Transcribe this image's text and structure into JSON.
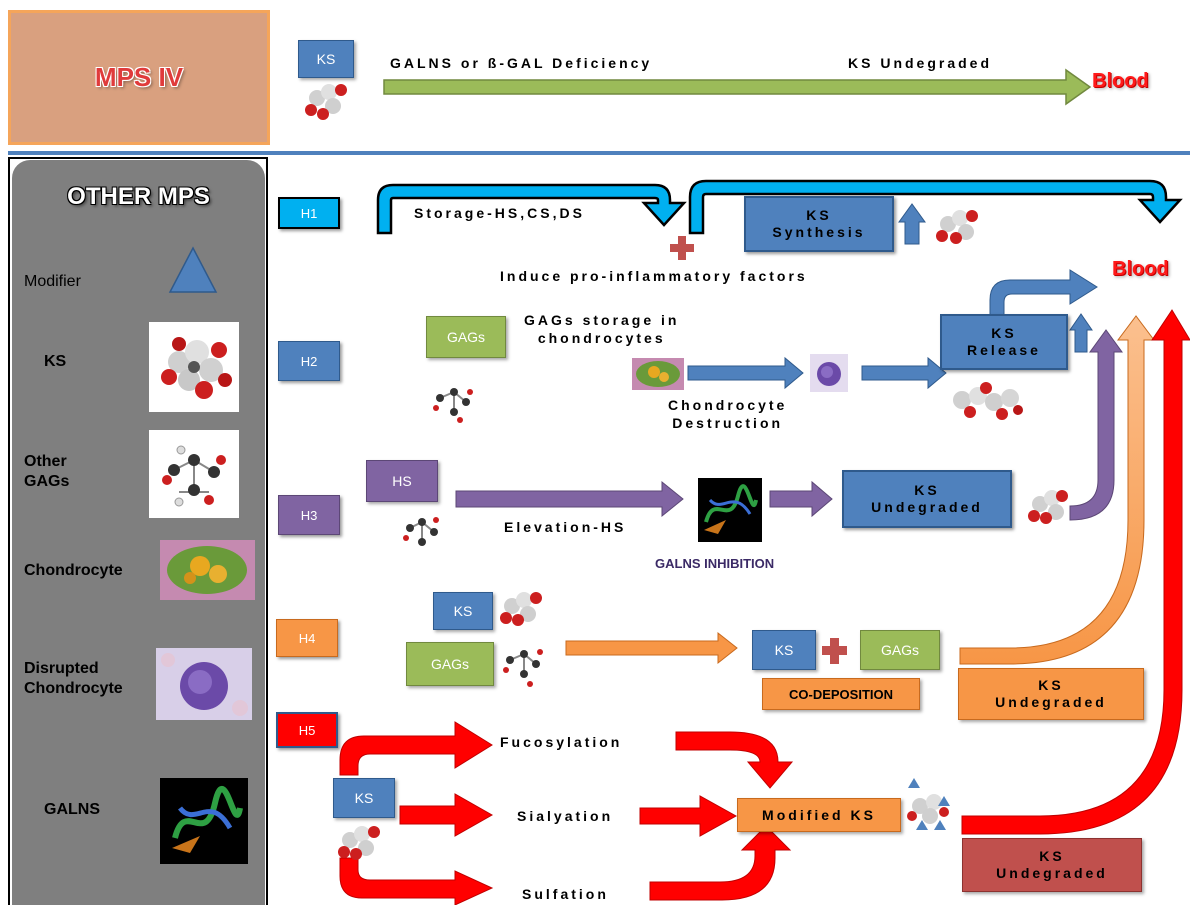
{
  "top": {
    "mps_iv_label": "MPS IV",
    "ks_label": "KS",
    "deficiency_text": "GALNS or ß-GAL Deficiency",
    "undegraded_text": "KS Undegraded",
    "blood_text": "Blood"
  },
  "sidebar": {
    "title": "OTHER MPS",
    "items": [
      {
        "label": "Modifier",
        "icon": "triangle-icon"
      },
      {
        "label": "KS",
        "icon": "ks-molecule-icon"
      },
      {
        "label": "Other\nGAGs",
        "icon": "gag-molecule-icon"
      },
      {
        "label": "Chondrocyte",
        "icon": "chondrocyte-image"
      },
      {
        "label": "Disrupted\nChondrocyte",
        "icon": "disrupted-chondrocyte-image"
      },
      {
        "label": "GALNS",
        "icon": "galns-protein-image"
      }
    ]
  },
  "hypotheses": {
    "h1": {
      "tag": "H1",
      "storage_text": "Storage-HS,CS,DS",
      "inflammatory_text": "Induce pro-inflammatory factors",
      "ks_synthesis": "KS\nSynthesis"
    },
    "h2": {
      "tag": "H2",
      "gags_label": "GAGs",
      "storage_text": "GAGs storage in\nchondrocytes",
      "destruction_text": "Chondrocyte\nDestruction",
      "ks_release": "KS\nRelease",
      "blood_text": "Blood"
    },
    "h3": {
      "tag": "H3",
      "hs_label": "HS",
      "elevation_text": "Elevation-HS",
      "inhibition_text": "GALNS INHIBITION",
      "ks_undegraded": "KS\nUndegraded"
    },
    "h4": {
      "tag": "H4",
      "ks_label": "KS",
      "gags_label": "GAGs",
      "ks_label_2": "KS",
      "gags_label_2": "GAGs",
      "codeposition_text": "CO-DEPOSITION",
      "ks_undegraded": "KS\nUndegraded"
    },
    "h5": {
      "tag": "H5",
      "ks_label": "KS",
      "fucosylation_text": "Fucosylation",
      "sialyation_text": "Sialyation",
      "sulfation_text": "Sulfation",
      "modified_ks": "Modified KS",
      "ks_undegraded": "KS\nUndegraded"
    }
  },
  "colors": {
    "h1": "#00b0f0",
    "h2": "#4f81bd",
    "h3": "#8064a2",
    "h4": "#f79646",
    "h5": "#ff0000",
    "h5_box": "#c0504d",
    "green_arrow": "#9bbb59",
    "mps_iv_fill": "#d9a07f",
    "mps_iv_text": "#e03b3b",
    "sidebar_fill": "#7f7f7f",
    "divider": "#4f81bd"
  }
}
